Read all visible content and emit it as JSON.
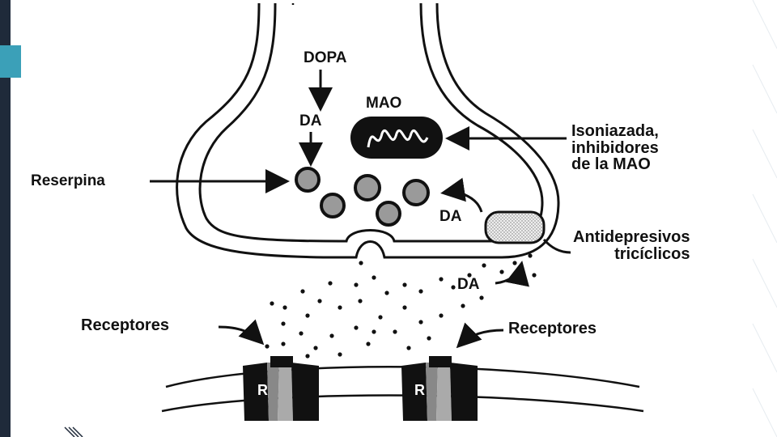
{
  "slide": {
    "accent_color": "#3ba0b8",
    "border_color": "#1f2a3a",
    "background_color": "#ffffff",
    "pattern_color": "#e6ebf0"
  },
  "diagram": {
    "dopa": "DOPA",
    "da_top": "DA",
    "mao": "MAO",
    "reserpina": "Reserpina",
    "isoniazida_lines": [
      "Isoniazada,",
      "inhibidores",
      "de la MAO"
    ],
    "da_reuptake": "DA",
    "antidepresivos_lines": [
      "Antidepresivos",
      "tricíclicos"
    ],
    "da_released": "DA",
    "receptores_left": "Receptores",
    "receptores_right": "Receptores",
    "receptor_r_left": "R",
    "receptor_r_right": "R"
  }
}
